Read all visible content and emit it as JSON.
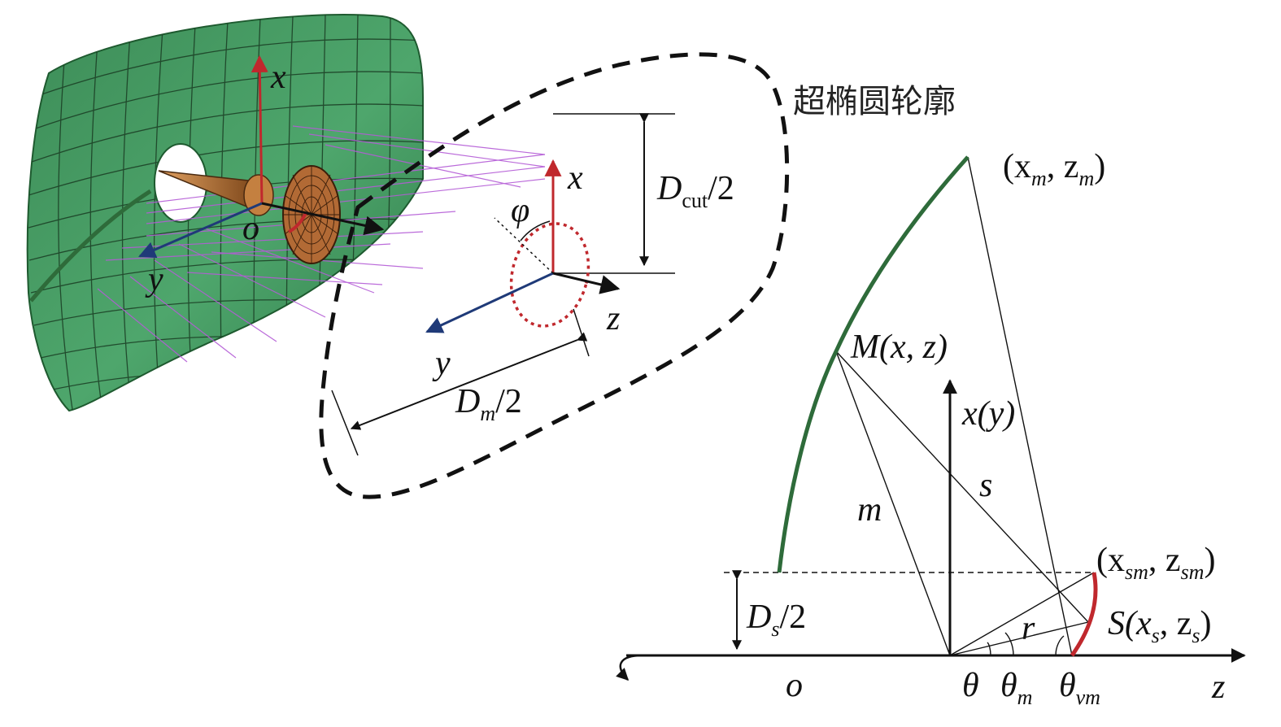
{
  "title_cn": "超椭圆轮廓",
  "labels": {
    "x_3d": "x",
    "y_3d": "y",
    "o_3d": "o",
    "x_inset": "x",
    "y_inset": "y",
    "z_inset": "z",
    "phi": "φ",
    "D_cut": "D",
    "D_cut_sub": "cut",
    "D_cut_tail": "/2",
    "D_m": "D",
    "D_m_sub": "m",
    "D_m_tail": "/2",
    "xm_zm": "(x",
    "xm_sub": "m",
    "zm_mid": ", z",
    "zm_sub": "m",
    "close_paren": ")",
    "M_label": "M(x, z)",
    "xy_axis": "x(y)",
    "s_label": "s",
    "m_label": "m",
    "xsm_open": "(x",
    "xsm_sub": "sm",
    "zsm_mid": ", z",
    "zsm_sub": "sm",
    "S_open": "S(x",
    "S_sub1": "s",
    "S_mid": ", z",
    "S_sub2": "s",
    "r_label": "r",
    "Ds": "D",
    "Ds_sub": "s",
    "Ds_tail": "/2",
    "o_origin": "o",
    "theta": "θ",
    "theta_m": "θ",
    "theta_m_sub": "m",
    "theta_vm": "θ",
    "theta_vm_sub": "vm",
    "z_axis": "z"
  },
  "colors": {
    "surface": "#4aa36a",
    "surface_edge": "#1e5a2f",
    "red": "#c0282d",
    "blue": "#1f3a78",
    "profile_green": "#2e6b3a",
    "mesh": "#b45cd6",
    "cone": "#b8702e",
    "black": "#111111"
  }
}
